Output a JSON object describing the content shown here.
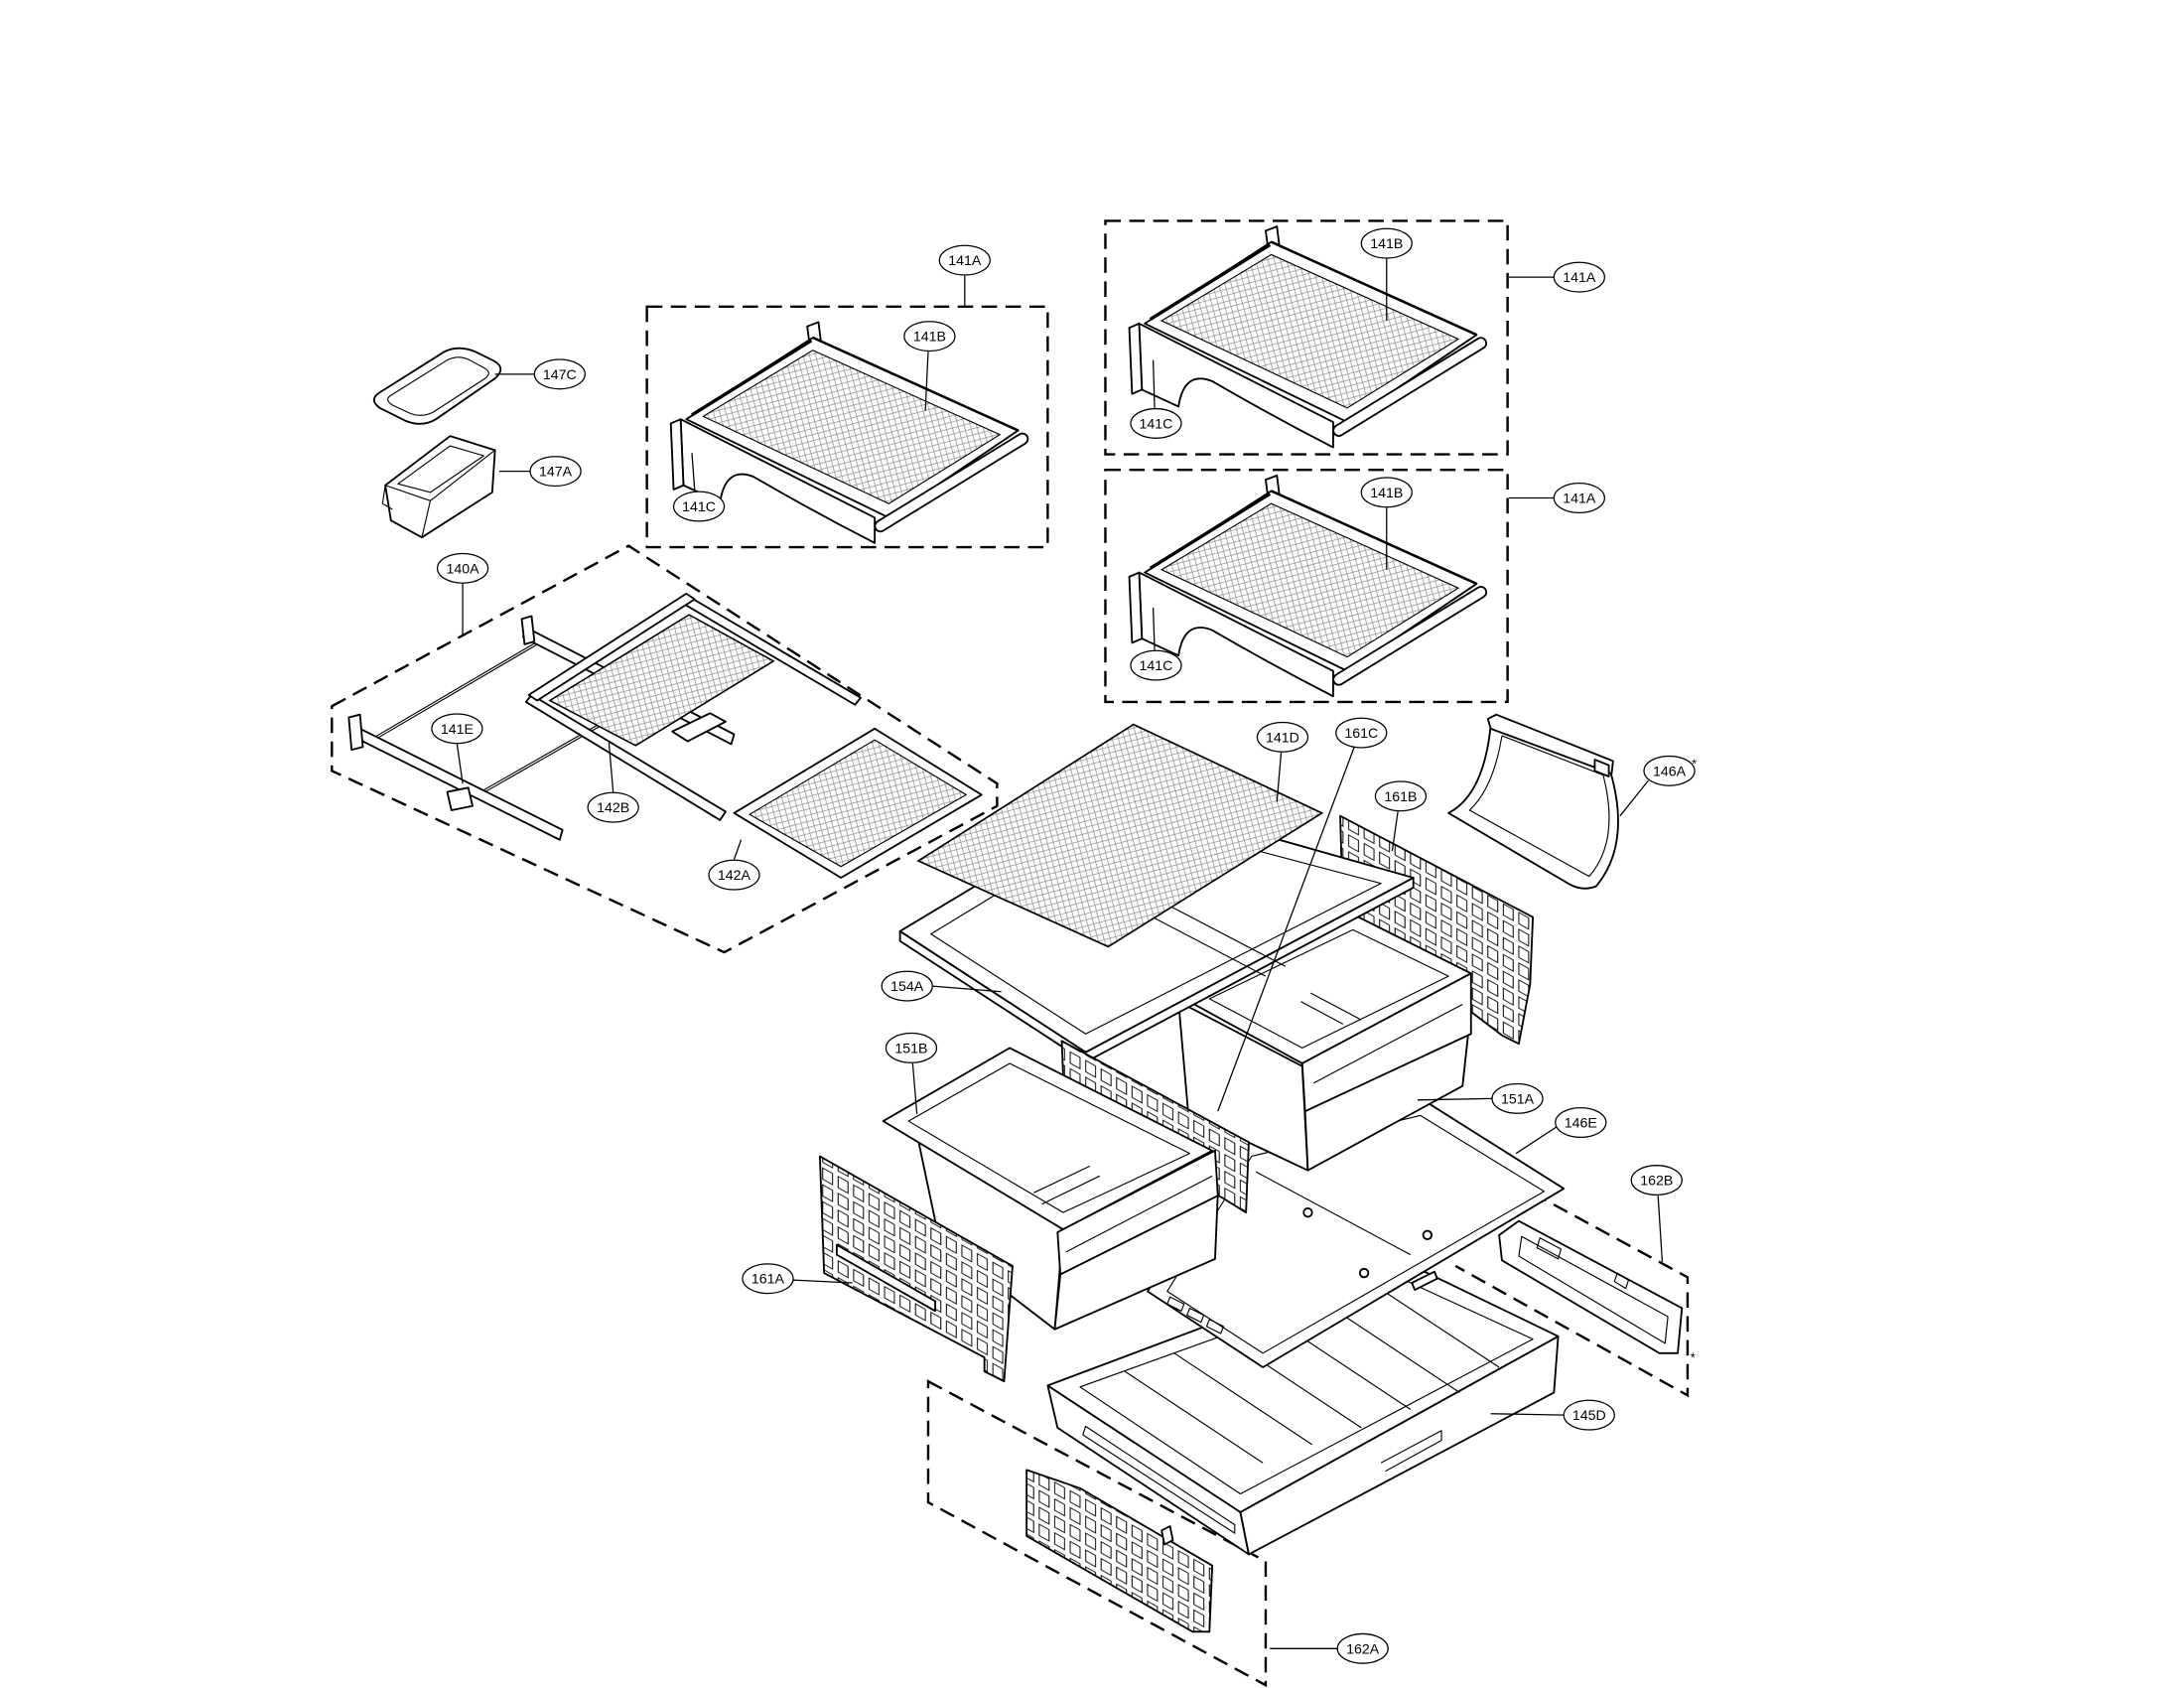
{
  "callouts": {
    "box_left_assy": "141A",
    "box_left_glass": "141B",
    "box_left_bracket": "141C",
    "box_top_right_assy": "141A",
    "box_top_right_glass": "141B",
    "box_top_right_bracket": "141C",
    "box_mid_right_assy": "141A",
    "box_mid_right_glass": "141B",
    "box_mid_right_bracket": "141C",
    "small_lid": "147C",
    "small_bin": "147A",
    "left_assy": "140A",
    "left_assy_rail": "141E",
    "left_assy_glass_rear": "142B",
    "left_assy_glass_front": "142A",
    "center_glass": "141D",
    "center_panel": "161C",
    "right_panel": "161B",
    "curved_cover": "146A",
    "center_frame": "154A",
    "left_bin": "151B",
    "right_bin": "151A",
    "plate": "146E",
    "right_rail": "162B",
    "left_panel": "161A",
    "lower_drawer": "145D",
    "lower_part": "162A"
  },
  "marks": {
    "curved_cover_mark": "*",
    "right_rail_mark": "*"
  }
}
